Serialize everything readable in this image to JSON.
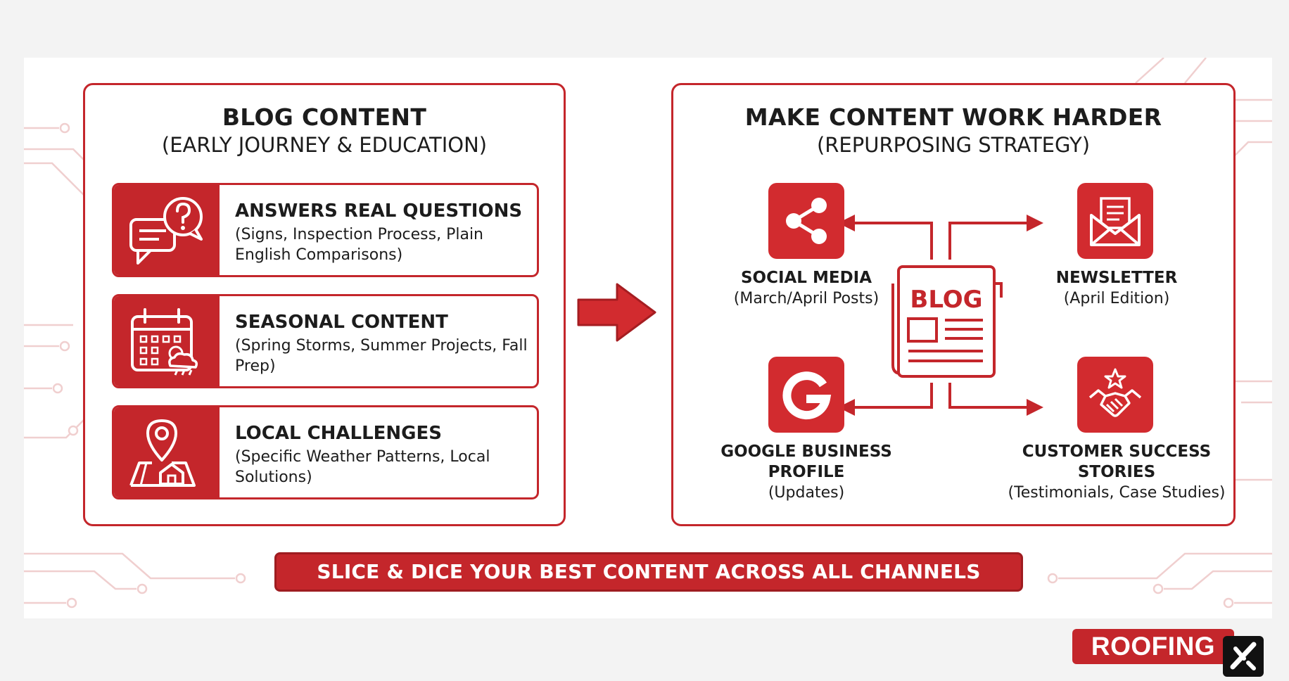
{
  "left_panel": {
    "title": "BLOG CONTENT",
    "subtitle": "(EARLY JOURNEY & EDUCATION)",
    "cards": [
      {
        "title": "ANSWERS REAL QUESTIONS",
        "desc": "(Signs, Inspection Process, Plain English Comparisons)",
        "icon": "chat-question-icon"
      },
      {
        "title": "SEASONAL CONTENT",
        "desc": "(Spring Storms, Summer Projects, Fall Prep)",
        "icon": "calendar-weather-icon"
      },
      {
        "title": "LOCAL CHALLENGES",
        "desc": "(Specific Weather Patterns, Local Solutions)",
        "icon": "map-pin-house-icon"
      }
    ]
  },
  "right_panel": {
    "title": "MAKE CONTENT WORK HARDER",
    "subtitle": "(REPURPOSING STRATEGY)",
    "hub_label": "BLOG",
    "channels": [
      {
        "label": "SOCIAL MEDIA",
        "sub": "(March/April Posts)",
        "icon": "share-icon"
      },
      {
        "label": "NEWSLETTER",
        "sub": "(April Edition)",
        "icon": "envelope-icon"
      },
      {
        "label": "GOOGLE BUSINESS PROFILE",
        "label_line1": "GOOGLE BUSINESS",
        "label_line2": "PROFILE",
        "sub": "(Updates)",
        "icon": "google-icon"
      },
      {
        "label": "CUSTOMER SUCCESS STORIES",
        "label_line1": "CUSTOMER SUCCESS",
        "label_line2": "STORIES",
        "sub": "(Testimonials, Case Studies)",
        "icon": "handshake-star-icon"
      }
    ]
  },
  "banner": {
    "text": "SLICE & DICE YOUR BEST CONTENT ACROSS ALL CHANNELS"
  },
  "logo": {
    "text": "ROOFING"
  },
  "colors": {
    "accent": "#c4262b",
    "icon_bg": "#d22b2f",
    "circuit": "#f0cfcf",
    "text": "#1c1c1c"
  }
}
